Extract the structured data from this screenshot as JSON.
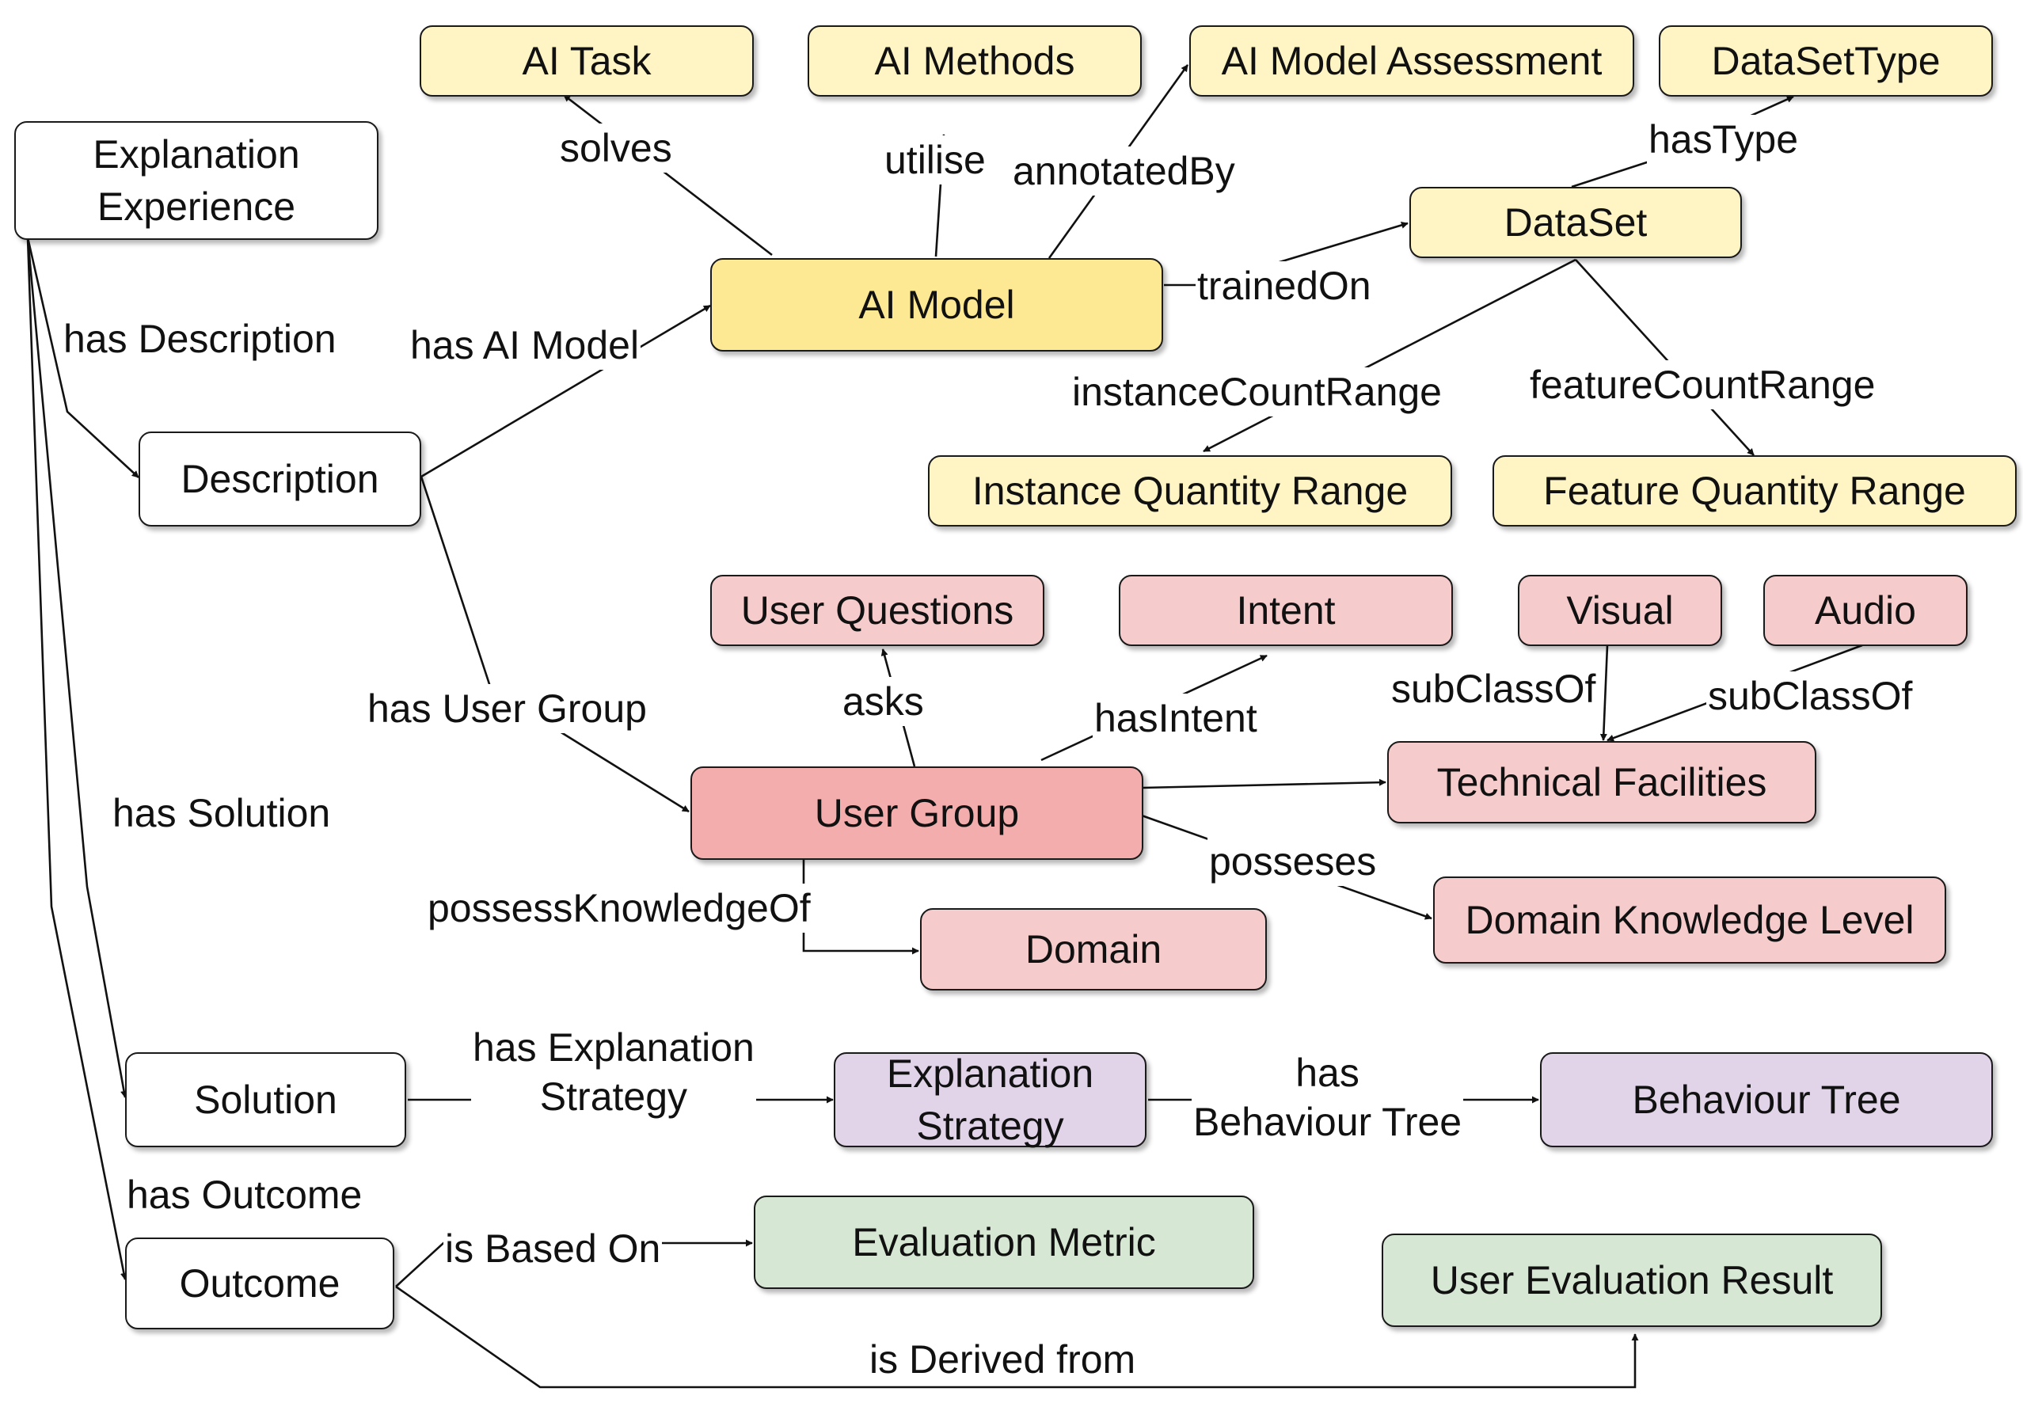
{
  "colors": {
    "ai_model_fill": "#fde994",
    "ai_related_fill": "#fff4c4",
    "user_group_fill": "#f4adad",
    "user_related_fill": "#f6cbcb",
    "strategy_fill": "#e1d4e8",
    "evaluation_fill": "#d6e8d3",
    "core_fill": "#ffffff"
  },
  "nodes": {
    "explanation_experience": "Explanation\nExperience",
    "description": "Description",
    "solution": "Solution",
    "outcome": "Outcome",
    "ai_task": "AI Task",
    "ai_methods": "AI Methods",
    "ai_model_assessment": "AI Model Assessment",
    "dataset_type": "DataSetType",
    "ai_model": "AI Model",
    "dataset": "DataSet",
    "instance_quantity_range": "Instance Quantity Range",
    "feature_quantity_range": "Feature Quantity Range",
    "user_questions": "User Questions",
    "intent": "Intent",
    "visual": "Visual",
    "audio": "Audio",
    "technical_facilities": "Technical Facilities",
    "user_group": "User Group",
    "domain": "Domain",
    "domain_knowledge_level": "Domain Knowledge Level",
    "explanation_strategy": "Explanation\nStrategy",
    "behaviour_tree": "Behaviour Tree",
    "evaluation_metric": "Evaluation Metric",
    "user_evaluation_result": "User Evaluation Result"
  },
  "edges": {
    "has_description": "has Description",
    "has_solution": "has Solution",
    "has_outcome": "has Outcome",
    "has_ai_model": "has AI Model",
    "has_user_group": "has User Group",
    "solves": "solves",
    "utilise": "utilise",
    "annotated_by": "annotatedBy",
    "trained_on": "trainedOn",
    "has_type": "hasType",
    "instance_count_range": "instanceCountRange",
    "feature_count_range": "featureCountRange",
    "asks": "asks",
    "has_intent": "hasIntent",
    "sub_class_of_visual": "subClassOf",
    "sub_class_of_audio": "subClassOf",
    "posseses": "posseses",
    "possess_knowledge_of": "possessKnowledgeOf",
    "has_explanation_strategy": "has Explanation\nStrategy",
    "has_behaviour_tree": "has\nBehaviour Tree",
    "is_based_on": "is Based On",
    "is_derived_from": "is Derived from"
  }
}
